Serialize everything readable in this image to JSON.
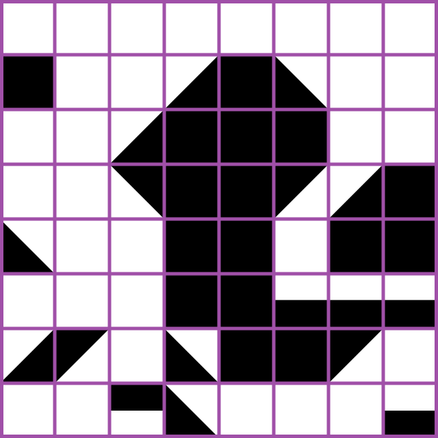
{
  "puzzle": {
    "rows": 8,
    "cols": 8,
    "colors": {
      "background": "#ffffff",
      "fill": "#000000",
      "grid": "#a050a8"
    },
    "cells": [
      [
        "empty",
        "empty",
        "empty",
        "empty",
        "empty",
        "empty",
        "empty",
        "empty"
      ],
      [
        "full",
        "empty",
        "empty",
        "tri-br",
        "full",
        "tri-bl",
        "empty",
        "empty"
      ],
      [
        "empty",
        "empty",
        "tri-br",
        "full",
        "full",
        "full",
        "empty",
        "empty"
      ],
      [
        "empty",
        "empty",
        "tri-tr",
        "full",
        "full",
        "tri-tl",
        "tri-br",
        "full"
      ],
      [
        "tri-bl",
        "empty",
        "empty",
        "full",
        "full",
        "empty",
        "full",
        "full"
      ],
      [
        "empty",
        "empty",
        "empty",
        "full",
        "full",
        "band-mid",
        "band-mid",
        "band-mid"
      ],
      [
        "tri-br",
        "tri-tl",
        "empty",
        "tri-bl",
        "full",
        "full",
        "tri-tl",
        "empty"
      ],
      [
        "empty",
        "empty",
        "band-top",
        "tri-bl",
        "empty",
        "empty",
        "empty",
        "band-bottom"
      ]
    ]
  }
}
